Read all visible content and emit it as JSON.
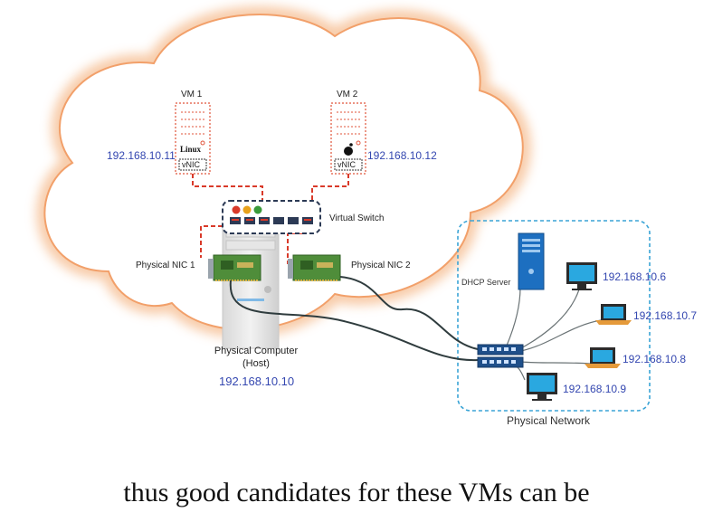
{
  "vm1": {
    "title": "VM 1",
    "os": "Linux",
    "nic": "vNIC",
    "ip": "192.168.10.11"
  },
  "vm2": {
    "title": "VM 2",
    "nic": "vNIC",
    "ip": "192.168.10.12"
  },
  "virtual_switch_label": "Virtual Switch",
  "physical_nic1_label": "Physical NIC 1",
  "physical_nic2_label": "Physical NIC 2",
  "host": {
    "line1": "Physical Computer",
    "line2": "(Host)",
    "ip": "192.168.10.10"
  },
  "dhcp_label": "DHCP Server",
  "network_label": "Physical Network",
  "clients": [
    {
      "ip": "192.168.10.6",
      "icon": "desktop-icon"
    },
    {
      "ip": "192.168.10.7",
      "icon": "laptop-icon"
    },
    {
      "ip": "192.168.10.8",
      "icon": "laptop-icon"
    },
    {
      "ip": "192.168.10.9",
      "icon": "desktop-icon"
    }
  ],
  "caption": "thus good candidates for these VMs can be",
  "colors": {
    "cloud_glow": "#f5b98a",
    "vm_dashed": "#e0533a",
    "ip_text": "#3447b0",
    "network_border": "#3aa4d6",
    "screen_blue": "#2aa8e0"
  }
}
